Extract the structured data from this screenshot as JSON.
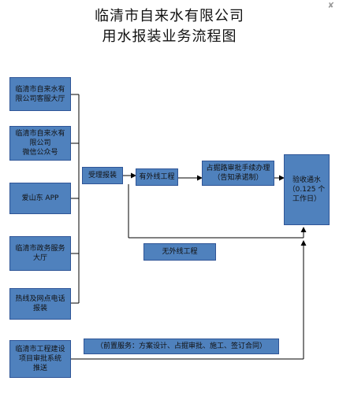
{
  "title_line1": "临清市自来水有限公司",
  "title_line2": "用水报装业务流程图",
  "corner_mark": "✘",
  "channels": {
    "hall": "临清市自来水有\n限公司客服大厅",
    "wechat": "临清市自来水有\n限公司\n微信公众号",
    "app": "爱山东 APP",
    "gov": "临清市政务服务\n大厅",
    "hotline": "热线及网点电话\n报装",
    "project": "临清市工程建设\n项目审批系统\n推送"
  },
  "steps": {
    "accept": "受理报装",
    "external": "有外线工程",
    "permit": "占掘路审批手续办理\n（告知承诺制）",
    "acceptance": "验收通水\n（0.125 个\n工作日）",
    "no_external": "无外线工程",
    "pre_service": "（前置服务：方案设计、占掘审批、施工、签订合同）"
  },
  "colors": {
    "box_fill": "#4f81bd",
    "box_border": "#2f5597",
    "line": "#000000"
  }
}
